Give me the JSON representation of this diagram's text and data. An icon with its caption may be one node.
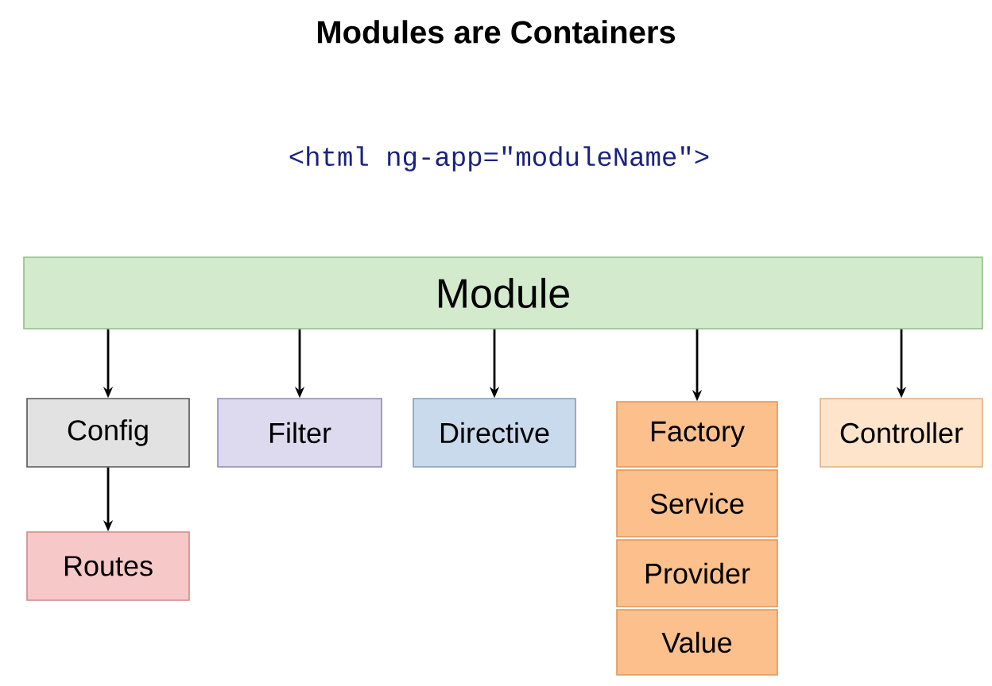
{
  "diagram": {
    "title": "Modules are Containers",
    "nodes": [
      {
        "text": [
          "Module"
        ]
      },
      {
        "text": [
          "Config"
        ]
      },
      {
        "text": [
          "Routes"
        ]
      },
      {
        "text": [
          "Filter"
        ]
      },
      {
        "text": [
          "Directive"
        ]
      },
      {
        "text": [
          "Factory"
        ]
      },
      {
        "text": [
          "Service"
        ]
      },
      {
        "text": [
          "Provider"
        ]
      },
      {
        "text": [
          "Value"
        ]
      },
      {
        "text": [
          "Controller"
        ]
      }
    ],
    "edges": [
      {
        "from": 0,
        "to": 1,
        "arrow": "to"
      },
      {
        "from": 1,
        "to": 2,
        "arrow": "to"
      },
      {
        "from": 0,
        "to": 3,
        "arrow": "to"
      },
      {
        "from": 0,
        "to": 4,
        "arrow": "to"
      },
      {
        "from": 0,
        "to": 5,
        "arrow": "to"
      },
      {
        "from": 0,
        "to": 9,
        "arrow": "to"
      }
    ],
    "labels": [
      "<html ng-app=\"moduleName\">"
    ]
  }
}
